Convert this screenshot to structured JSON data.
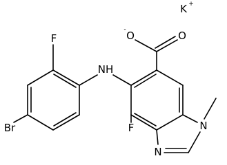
{
  "molecule": {
    "counterion": {
      "symbol": "K",
      "charge": "+"
    },
    "carboxylate": {
      "oxygen_single": "O",
      "charge": "-",
      "oxygen_double": "O"
    },
    "amine": "NH",
    "fluorine_upper": "F",
    "bromine": "Br",
    "fluorine_lower": "F",
    "ring_nitrogen_methyl": "N",
    "ring_nitrogen": "N"
  }
}
